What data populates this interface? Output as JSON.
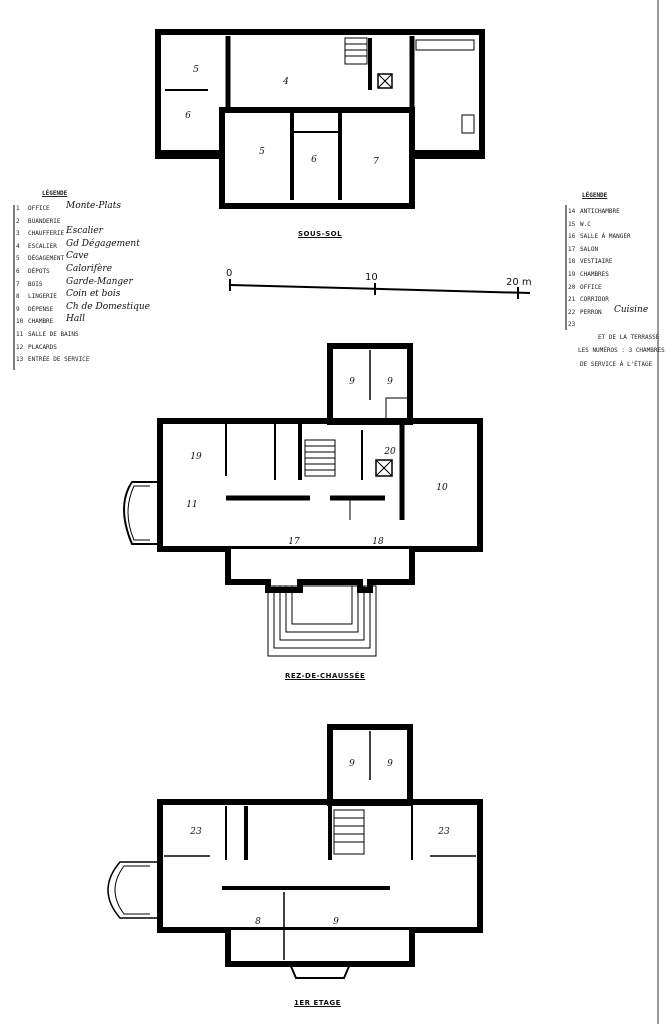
{
  "titles": {
    "basement": "SOUS-SOL",
    "ground": "REZ-DE-CHAUSSÉE",
    "first": "1ER ETAGE"
  },
  "legend_left": {
    "title": "LÉGENDE",
    "items": [
      {
        "num": "1",
        "printed": "OFFICE",
        "hand": "Monte-Plats"
      },
      {
        "num": "2",
        "printed": "BUANDERIE",
        "hand": ""
      },
      {
        "num": "3",
        "printed": "CHAUFFERIE",
        "hand": "Escalier"
      },
      {
        "num": "4",
        "printed": "ESCALIER",
        "hand": "Gd Dégagement"
      },
      {
        "num": "5",
        "printed": "DÉGAGEMENT",
        "hand": "Cave"
      },
      {
        "num": "6",
        "printed": "DÉPOTS",
        "hand": "Calorifère"
      },
      {
        "num": "7",
        "printed": "BOIS",
        "hand": "Garde-Manger"
      },
      {
        "num": "8",
        "printed": "LINGERIE",
        "hand": "Coin et bois"
      },
      {
        "num": "9",
        "printed": "DÉPENSE",
        "hand": "Ch de Domestique"
      },
      {
        "num": "10",
        "printed": "CHAMBRE",
        "hand": "Hall"
      },
      {
        "num": "11",
        "printed": "SALLE DE BAINS",
        "hand": ""
      },
      {
        "num": "12",
        "printed": "PLACARDS",
        "hand": ""
      },
      {
        "num": "13",
        "printed": "ENTRÉE DE SERVICE",
        "hand": ""
      }
    ]
  },
  "legend_right": {
    "title": "LÉGENDE",
    "items": [
      {
        "num": "14",
        "printed": "ANTICHAMBRE",
        "hand": ""
      },
      {
        "num": "15",
        "printed": "W.C",
        "hand": ""
      },
      {
        "num": "16",
        "printed": "SALLE À MANGER",
        "hand": ""
      },
      {
        "num": "17",
        "printed": "SALON",
        "hand": ""
      },
      {
        "num": "18",
        "printed": "VESTIAIRE",
        "hand": ""
      },
      {
        "num": "19",
        "printed": "CHAMBRES",
        "hand": ""
      },
      {
        "num": "20",
        "printed": "OFFICE",
        "hand": ""
      },
      {
        "num": "21",
        "printed": "CORRIDOR",
        "hand": ""
      },
      {
        "num": "22",
        "printed": "PERRON",
        "hand": "Cuisine"
      },
      {
        "num": "23",
        "printed": "",
        "hand": ""
      }
    ],
    "note1": "ET DE LA TERRASSE",
    "note2": "LES NUMÉROS : 3 CHAMBRES",
    "note3": "DE SERVICE À L'ÉTAGE"
  },
  "scale": {
    "ticks": [
      "0",
      "10",
      "20 m"
    ]
  },
  "rooms": {
    "basement": [
      "5",
      "6",
      "4",
      "5",
      "6",
      "7"
    ],
    "ground": [
      "9",
      "9",
      "19",
      "20",
      "11",
      "10",
      "17",
      "18"
    ],
    "first": [
      "9",
      "9",
      "23",
      "23",
      "8",
      "9"
    ]
  }
}
